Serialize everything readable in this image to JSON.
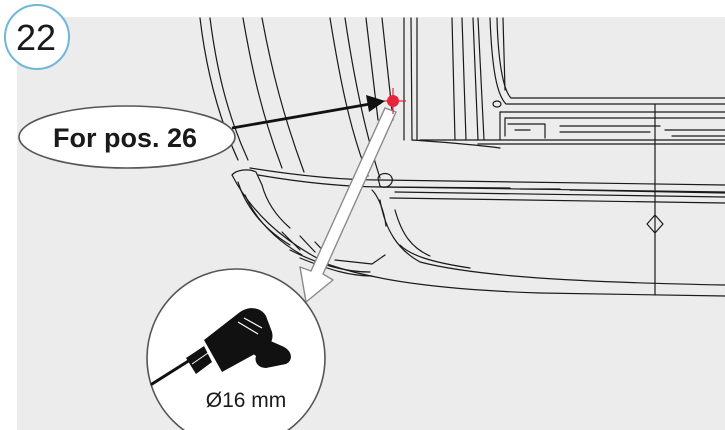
{
  "step": {
    "number": "22"
  },
  "callout": {
    "label": "For pos. 26"
  },
  "tool": {
    "icon": "drill-icon",
    "diameter": "Ø16 mm"
  },
  "colors": {
    "panel": "#ececec",
    "line": "#1a1a1a",
    "step_circle_border": "#6fb7d6",
    "drill_point": "#e8243c",
    "arrow_outline": "#888888"
  }
}
